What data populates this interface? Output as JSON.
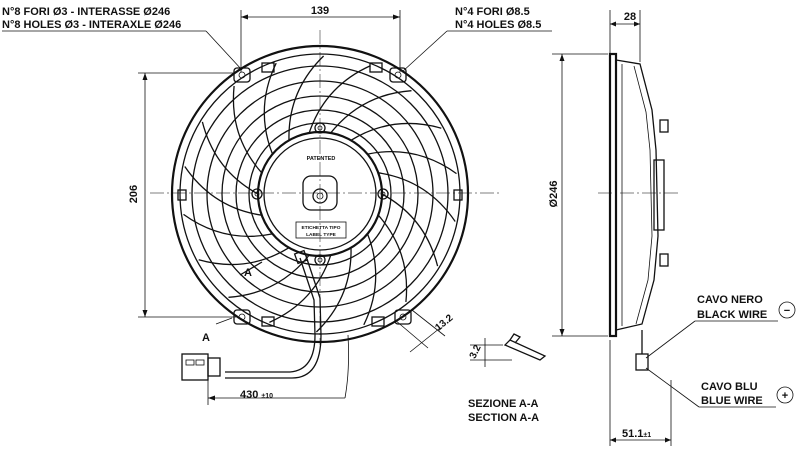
{
  "callouts": {
    "small_holes_it": "N°8 FORI Ø3 - INTERASSE Ø246",
    "small_holes_en": "N°8 HOLES Ø3 - INTERAXLE Ø246",
    "large_holes_it": "N°4 FORI Ø8.5",
    "large_holes_en": "N°4 HOLES Ø8.5",
    "black_wire_it": "CAVO NERO",
    "black_wire_en": "BLACK WIRE",
    "blue_wire_it": "CAVO BLU",
    "blue_wire_en": "BLUE WIRE",
    "minus_sign": "−",
    "plus_sign": "+"
  },
  "dimensions": {
    "width_139": "139",
    "height_206": "206",
    "depth_28": "28",
    "diameter_246": "Ø246",
    "slot_13_2": "13.2",
    "section_3_2": "3.2",
    "cable_430": "430",
    "cable_tol": "±10",
    "depth_51_1": "51.1",
    "depth_tol": "±1"
  },
  "labels": {
    "patented": "PATENTED",
    "label_it": "ETICHETTA TIPO",
    "label_en": "LABEL TYPE",
    "section_mark_a1": "A",
    "section_mark_a2": "A",
    "section_it": "SEZIONE A-A",
    "section_en": "SECTION A-A"
  }
}
